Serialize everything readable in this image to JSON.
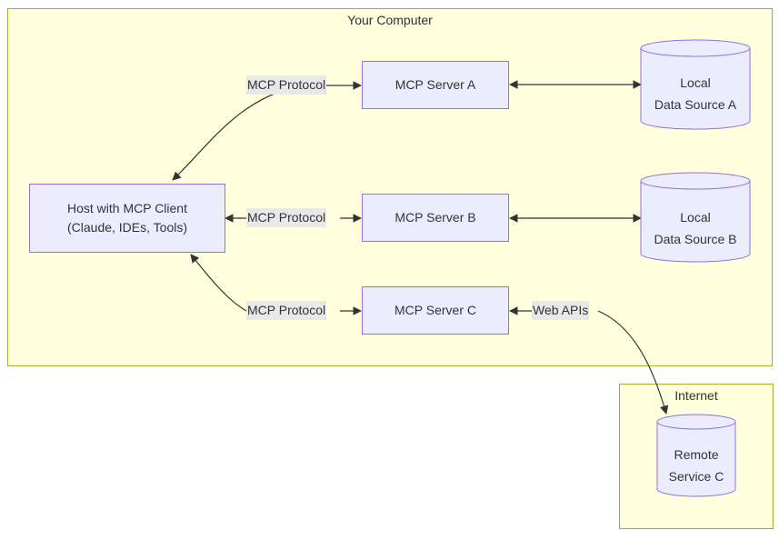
{
  "clusters": {
    "computer": {
      "title": "Your Computer"
    },
    "internet": {
      "title": "Internet"
    }
  },
  "nodes": {
    "host": "Host with MCP Client\n(Claude, IDEs, Tools)",
    "server_a": "MCP Server A",
    "server_b": "MCP Server B",
    "server_c": "MCP Server C",
    "data_a": "Local\nData Source A",
    "data_b": "Local\nData Source B",
    "remote_c": "Remote\nService C"
  },
  "edge_labels": {
    "protocol_a": "MCP Protocol",
    "protocol_b": "MCP Protocol",
    "protocol_c": "MCP Protocol",
    "web_apis": "Web APIs"
  },
  "colors": {
    "cluster_fill": "#ffffde",
    "cluster_stroke": "#aaaa33",
    "node_fill": "#ececff",
    "node_stroke": "#9370db",
    "edge": "#333333",
    "label_bg": "#e8e8e8"
  }
}
